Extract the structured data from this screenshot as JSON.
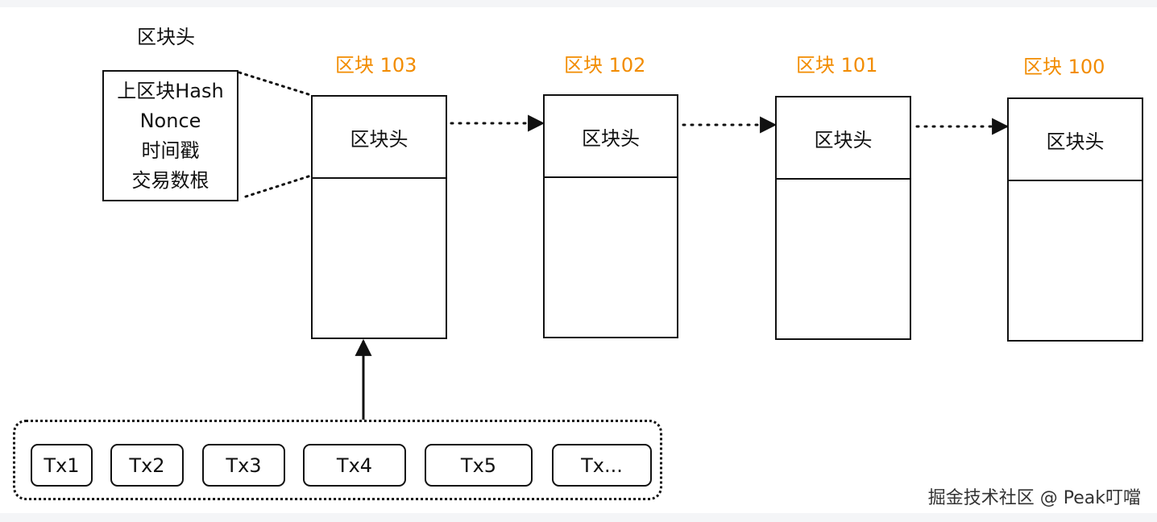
{
  "header_detail": {
    "title": "区块头",
    "fields": [
      "上区块Hash",
      "Nonce",
      "时间戳",
      "交易数根"
    ]
  },
  "blocks": [
    {
      "title": "区块 103",
      "head_label": "区块头"
    },
    {
      "title": "区块 102",
      "head_label": "区块头"
    },
    {
      "title": "区块 101",
      "head_label": "区块头"
    },
    {
      "title": "区块 100",
      "head_label": "区块头"
    }
  ],
  "transactions": [
    "Tx1",
    "Tx2",
    "Tx3",
    "Tx4",
    "Tx5",
    "Tx..."
  ],
  "watermark": "掘金技术社区 @ Peak叮噹",
  "colors": {
    "block_title": "#f28c00",
    "stroke": "#111111",
    "background": "#ffffff"
  }
}
